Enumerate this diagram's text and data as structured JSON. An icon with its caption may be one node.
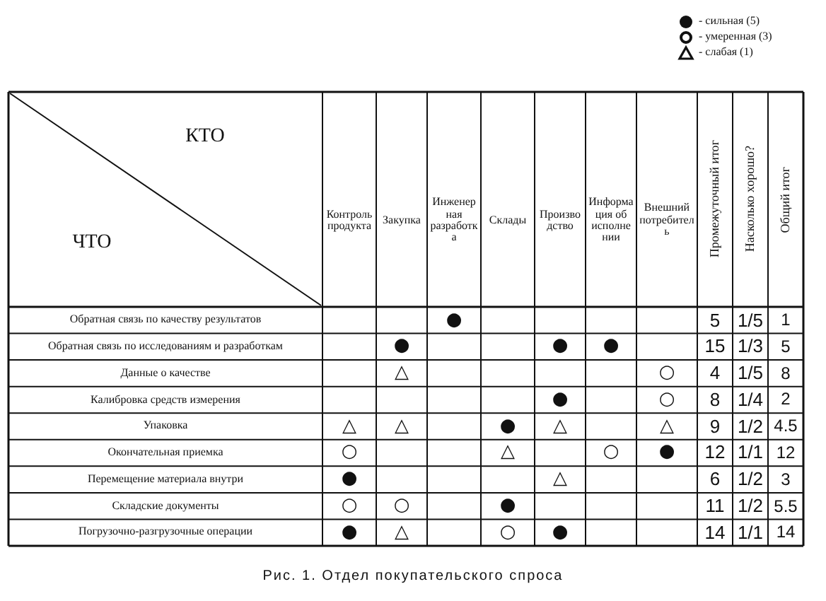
{
  "diagram": {
    "caption": "Рис. 1. Отдел покупательского спроса",
    "labels": [
      "КТО",
      "ЧТО",
      "Контроль продукта",
      "Закупка",
      "Инженерная разработка",
      "Склады",
      "Производство",
      "Информация об исполнении",
      "Внешний потребитель",
      "Промежуточный итог",
      "Насколько хорошо?",
      "Общий итог",
      "Обратная связь по качеству результатов",
      "●",
      "5",
      "1/5",
      "1",
      "Обратная связь по исследованиям и разработкам",
      "●",
      "●",
      "●",
      "15",
      "1/3",
      "5",
      "Данные о качестве",
      "△",
      "○",
      "4",
      "1/5",
      "8",
      "Калибровка средств измерения",
      "●",
      "○",
      "8",
      "1/4",
      "2",
      "Упаковка",
      "△",
      "△",
      "●",
      "△",
      "△",
      "9",
      "1/2",
      "4.5",
      "Окончательная приемка",
      "○",
      "△",
      "○",
      "●",
      "12",
      "1/1",
      "12",
      "Перемещение материала внутри",
      "●",
      "△",
      "6",
      "1/2",
      "3",
      "Складские документы",
      "○",
      "○",
      "●",
      "11",
      "1/2",
      "5.5",
      "Погрузочно-разгрузочные операции",
      "●",
      "△",
      "○",
      "●",
      "14",
      "1/1",
      "14"
    ],
    "legend": [
      {
        "text": "- сильная (5)"
      },
      {
        "text": "- умеренная (3)"
      },
      {
        "text": "- слабая (1)"
      }
    ]
  }
}
